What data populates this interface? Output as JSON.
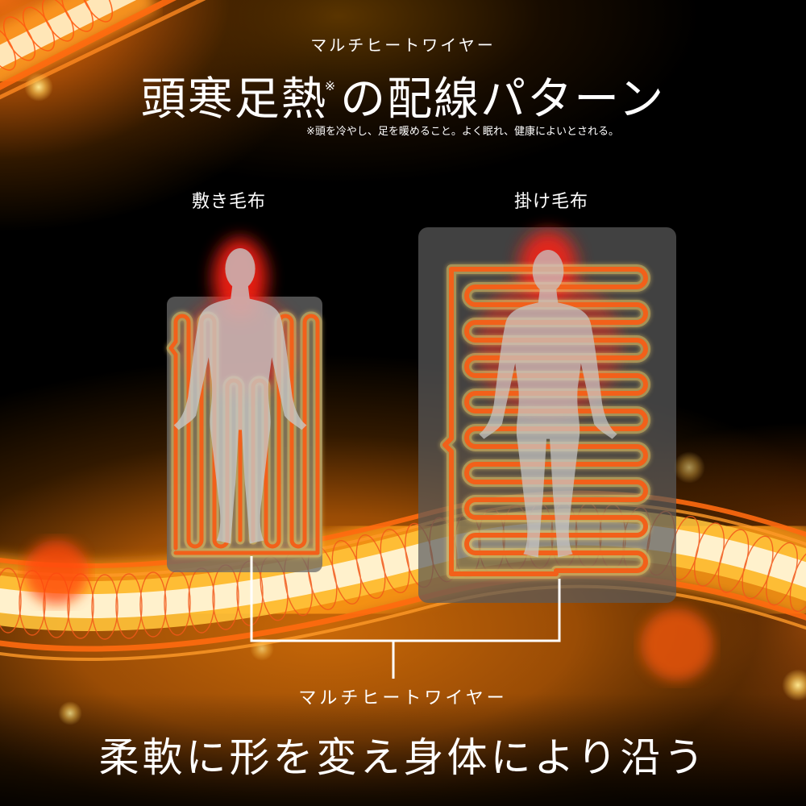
{
  "header": {
    "subtitle": "マルチヒートワイヤー",
    "title": "頭寒足熱",
    "title_mark": "※",
    "title_suffix": "の配線パターン",
    "footnote": "※頭を冷やし、足を暖めること。よく眠れ、健康によいとされる。"
  },
  "panels": [
    {
      "label": "敷き毛布",
      "pattern": "vertical-serpentine",
      "icon": "human-silhouette-icon"
    },
    {
      "label": "掛け毛布",
      "pattern": "horizontal-serpentine",
      "icon": "human-silhouette-icon"
    }
  ],
  "connector": {
    "label": "マルチヒートワイヤー"
  },
  "footer": {
    "tagline": "柔軟に形を変え身体により沿う"
  },
  "colors": {
    "wire": "#f26a14",
    "wire_glow": "#f7d36a",
    "panel": "#5a5a5a",
    "head_glow": "#ff2a1a",
    "background_accent": "#e07010",
    "text": "#ffffff"
  }
}
